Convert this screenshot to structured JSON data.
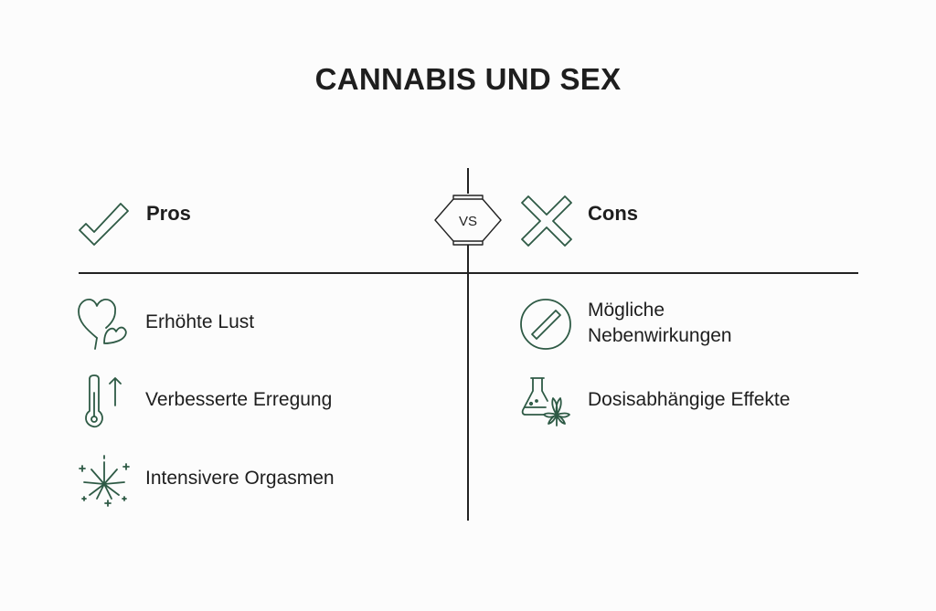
{
  "title": "CANNABIS UND SEX",
  "vs_label": "VS",
  "pros": {
    "heading": "Pros",
    "items": [
      {
        "label": "Erhöhte Lust",
        "icon": "hearts-icon"
      },
      {
        "label": "Verbesserte Erregung",
        "icon": "thermometer-up-icon"
      },
      {
        "label": "Intensivere Orgasmen",
        "icon": "firework-icon"
      }
    ]
  },
  "cons": {
    "heading": "Cons",
    "items": [
      {
        "label_line1": "Mögliche",
        "label_line2": "Nebenwirkungen",
        "icon": "prohibited-icon"
      },
      {
        "label": "Dosisabhängige Effekte",
        "icon": "flask-cannabis-icon"
      }
    ]
  },
  "colors": {
    "icon": "#2e5a45",
    "text": "#1e1e1e",
    "background": "#fcfcfc"
  }
}
